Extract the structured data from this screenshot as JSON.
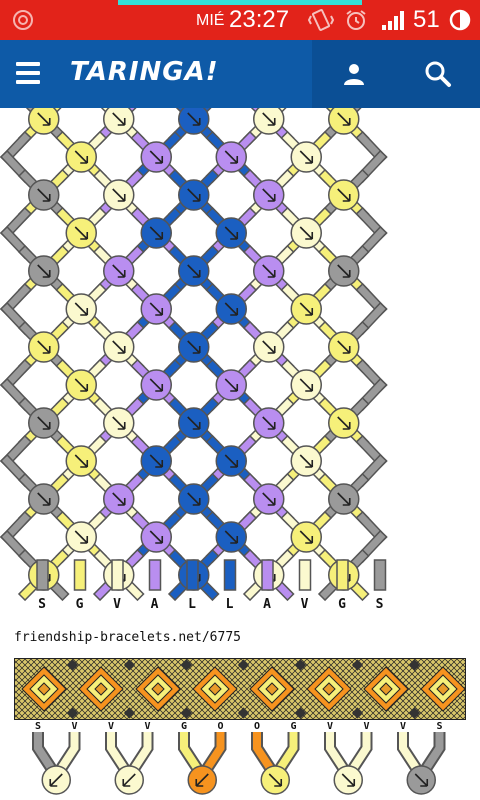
{
  "status_bar": {
    "day": "MIÉ",
    "time": "23:27",
    "battery_level": "51",
    "icons": [
      "target-icon",
      "vibrate-icon",
      "alarm-icon",
      "signal-icon",
      "battery-ring-icon"
    ]
  },
  "app_bar": {
    "logo": "TARINGA!",
    "icons": [
      "menu-icon",
      "user-icon",
      "search-icon"
    ]
  },
  "pattern_top": {
    "string_labels": [
      "S",
      "G",
      "V",
      "A",
      "L",
      "L",
      "A",
      "V",
      "G",
      "S"
    ],
    "colors": {
      "S": "#9a9a9a",
      "G": "#f6f07a",
      "V": "#fbf9cf",
      "A": "#b98ef0",
      "L": "#1b5fc1"
    }
  },
  "credit": "friendship-bracelets.net/6775",
  "pattern_bottom": {
    "string_labels": [
      "S",
      "V",
      "V",
      "V",
      "G",
      "O",
      "O",
      "G",
      "V",
      "V",
      "V",
      "S"
    ],
    "colors": {
      "S": "#9a9a9a",
      "V": "#fbf9cf",
      "G": "#f6f07a",
      "O": "#f6931f"
    }
  }
}
